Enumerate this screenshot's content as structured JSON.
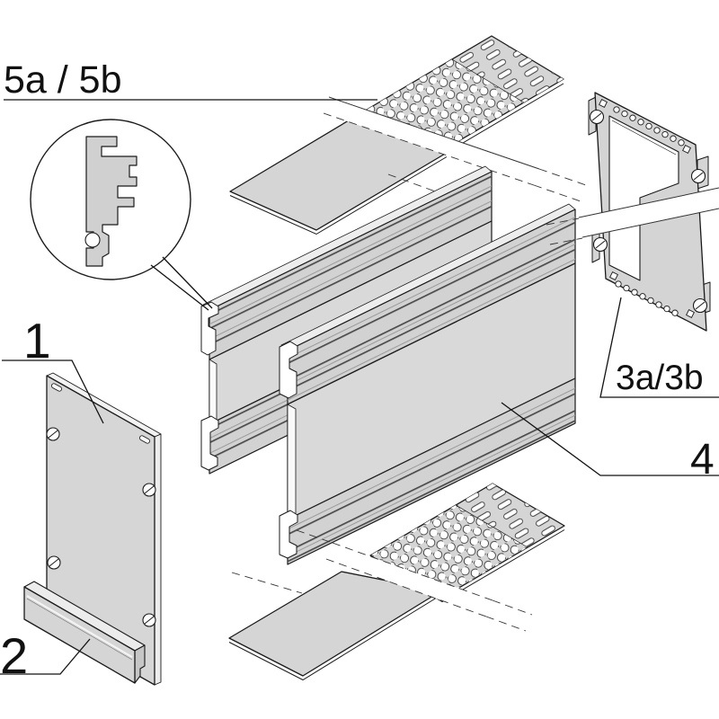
{
  "figure": {
    "type": "exploded-assembly-diagram",
    "background": "#ffffff",
    "line_color": "#1a1a1a",
    "part_fill": "#d5d5d5",
    "part_fill_light": "#ededed",
    "white": "#ffffff",
    "labels": {
      "covers": "5a / 5b",
      "front_panel": "1",
      "handle": "2",
      "rear_panel": "3a/3b",
      "side_wall": "4"
    }
  }
}
